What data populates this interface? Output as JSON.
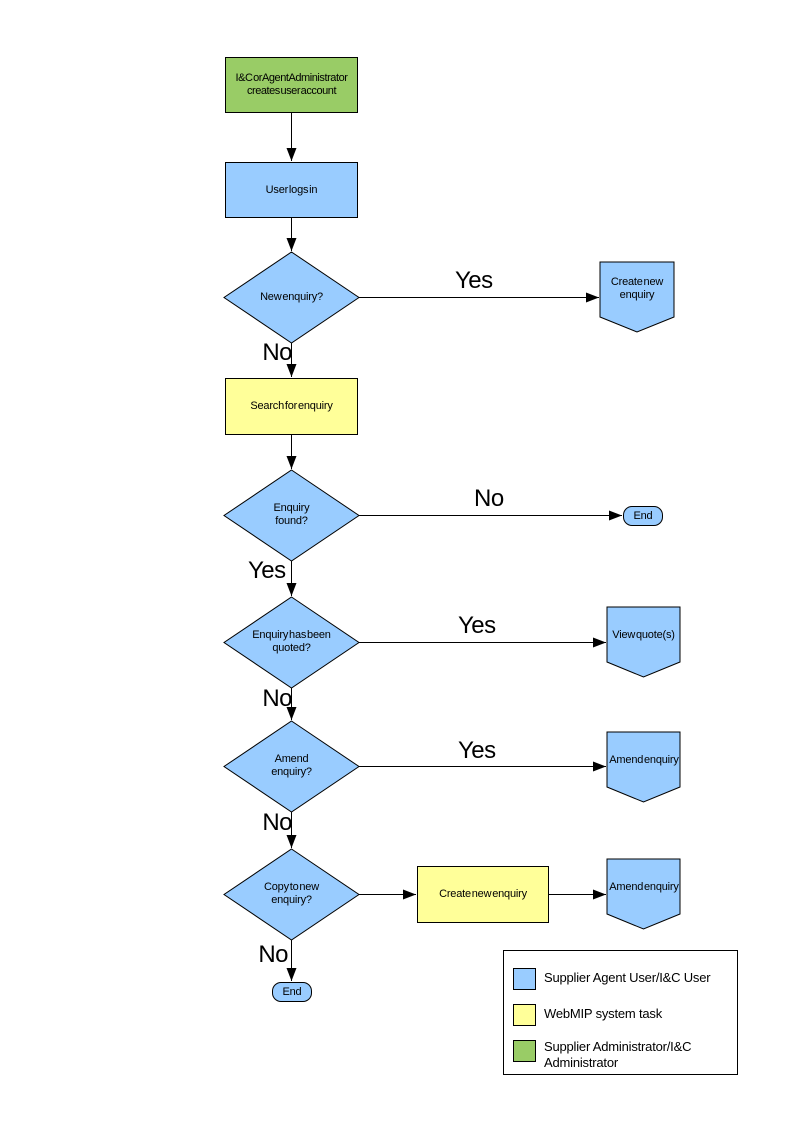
{
  "diagram": {
    "type": "flowchart",
    "nodes": [
      {
        "id": "admin_creates_account",
        "type": "process",
        "fill": "#99CC66",
        "label": "I&C or Agent Administrator creates user account"
      },
      {
        "id": "user_logs_in",
        "type": "process",
        "fill": "#99CCFF",
        "label": "User logs in"
      },
      {
        "id": "new_enquiry",
        "type": "decision",
        "fill": "#99CCFF",
        "label": "New enquiry?"
      },
      {
        "id": "create_new_enquiry_1",
        "type": "offpage",
        "fill": "#99CCFF",
        "label": "Create new enquiry"
      },
      {
        "id": "search_for_enquiry",
        "type": "process",
        "fill": "#FFFF99",
        "label": "Search for enquiry"
      },
      {
        "id": "enquiry_found",
        "type": "decision",
        "fill": "#99CCFF",
        "label": "Enquiry found?"
      },
      {
        "id": "end_1",
        "type": "terminator",
        "fill": "#99CCFF",
        "label": "End"
      },
      {
        "id": "enquiry_quoted",
        "type": "decision",
        "fill": "#99CCFF",
        "label": "Enquiry has been quoted?"
      },
      {
        "id": "view_quotes",
        "type": "offpage",
        "fill": "#99CCFF",
        "label": "View quote(s)"
      },
      {
        "id": "amend_enquiry_decision",
        "type": "decision",
        "fill": "#99CCFF",
        "label": "Amend enquiry?"
      },
      {
        "id": "amend_enquiry_1",
        "type": "offpage",
        "fill": "#99CCFF",
        "label": "Amend enquiry"
      },
      {
        "id": "copy_to_new_enquiry",
        "type": "decision",
        "fill": "#99CCFF",
        "label": "Copy to new enquiry?"
      },
      {
        "id": "create_new_enquiry_2",
        "type": "process",
        "fill": "#FFFF99",
        "label": "Create new enquiry"
      },
      {
        "id": "amend_enquiry_2",
        "type": "offpage",
        "fill": "#99CCFF",
        "label": "Amend enquiry"
      },
      {
        "id": "end_2",
        "type": "terminator",
        "fill": "#99CCFF",
        "label": "End"
      }
    ],
    "edges": [
      {
        "from": "admin_creates_account",
        "to": "user_logs_in",
        "label": ""
      },
      {
        "from": "user_logs_in",
        "to": "new_enquiry",
        "label": ""
      },
      {
        "from": "new_enquiry",
        "to": "create_new_enquiry_1",
        "label": "Yes"
      },
      {
        "from": "new_enquiry",
        "to": "search_for_enquiry",
        "label": "No"
      },
      {
        "from": "search_for_enquiry",
        "to": "enquiry_found",
        "label": ""
      },
      {
        "from": "enquiry_found",
        "to": "end_1",
        "label": "No"
      },
      {
        "from": "enquiry_found",
        "to": "enquiry_quoted",
        "label": "Yes"
      },
      {
        "from": "enquiry_quoted",
        "to": "view_quotes",
        "label": "Yes"
      },
      {
        "from": "enquiry_quoted",
        "to": "amend_enquiry_decision",
        "label": "No"
      },
      {
        "from": "amend_enquiry_decision",
        "to": "amend_enquiry_1",
        "label": "Yes"
      },
      {
        "from": "amend_enquiry_decision",
        "to": "copy_to_new_enquiry",
        "label": "No"
      },
      {
        "from": "copy_to_new_enquiry",
        "to": "create_new_enquiry_2",
        "label": ""
      },
      {
        "from": "create_new_enquiry_2",
        "to": "amend_enquiry_2",
        "label": ""
      },
      {
        "from": "copy_to_new_enquiry",
        "to": "end_2",
        "label": "No"
      }
    ],
    "legend": {
      "items": [
        {
          "color": "#99CCFF",
          "label": "Supplier Agent User/I&C User"
        },
        {
          "color": "#FFFF99",
          "label": "WebMIP system task"
        },
        {
          "color": "#99CC66",
          "label": "Supplier Administrator/I&C Administrator"
        }
      ]
    },
    "colors": {
      "blue": "#99CCFF",
      "yellow": "#FFFF99",
      "green": "#99CC66",
      "line": "#000000"
    }
  }
}
